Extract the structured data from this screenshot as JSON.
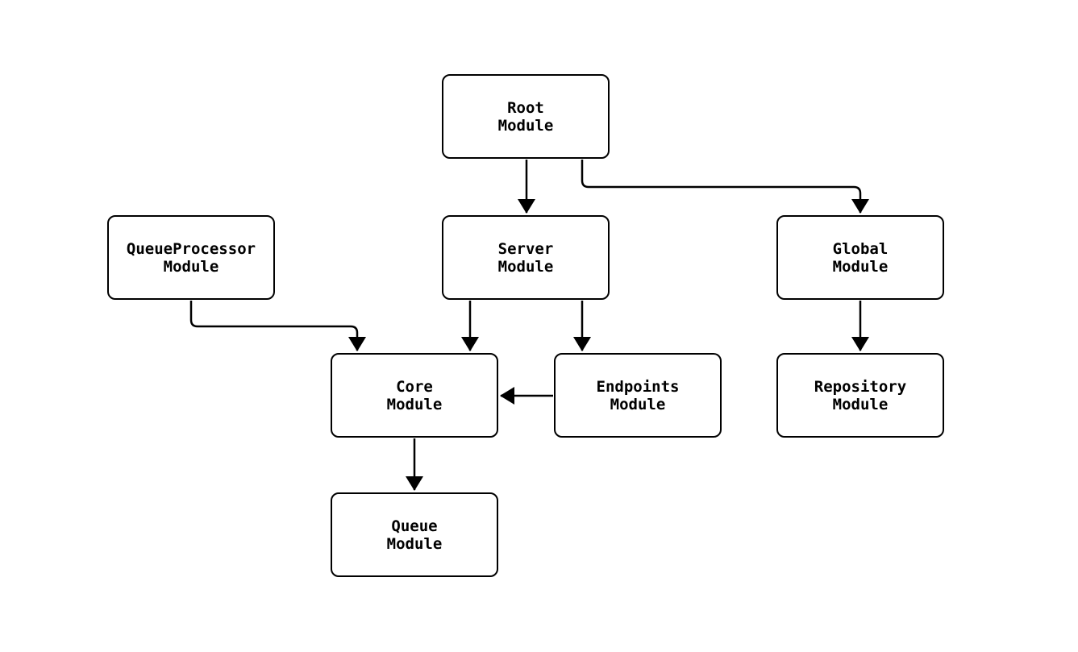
{
  "diagram": {
    "type": "flowchart",
    "colors": {
      "background": "#ffffff",
      "node_fill": "#ffffff",
      "node_border": "#000000",
      "text": "#000000",
      "arrow": "#000000"
    },
    "nodes": [
      {
        "id": "root",
        "line1": "Root",
        "line2": "Module"
      },
      {
        "id": "queueprocessor",
        "line1": "QueueProcessor",
        "line2": "Module"
      },
      {
        "id": "server",
        "line1": "Server",
        "line2": "Module"
      },
      {
        "id": "global",
        "line1": "Global",
        "line2": "Module"
      },
      {
        "id": "core",
        "line1": "Core",
        "line2": "Module"
      },
      {
        "id": "endpoints",
        "line1": "Endpoints",
        "line2": "Module"
      },
      {
        "id": "repository",
        "line1": "Repository",
        "line2": "Module"
      },
      {
        "id": "queue",
        "line1": "Queue",
        "line2": "Module"
      }
    ],
    "edges": [
      {
        "from": "Root Module",
        "to": "Server Module"
      },
      {
        "from": "Root Module",
        "to": "Global Module"
      },
      {
        "from": "QueueProcessor Module",
        "to": "Core Module"
      },
      {
        "from": "Server Module",
        "to": "Core Module"
      },
      {
        "from": "Server Module",
        "to": "Endpoints Module"
      },
      {
        "from": "Endpoints Module",
        "to": "Core Module"
      },
      {
        "from": "Global Module",
        "to": "Repository Module"
      },
      {
        "from": "Core Module",
        "to": "Queue Module"
      }
    ]
  }
}
